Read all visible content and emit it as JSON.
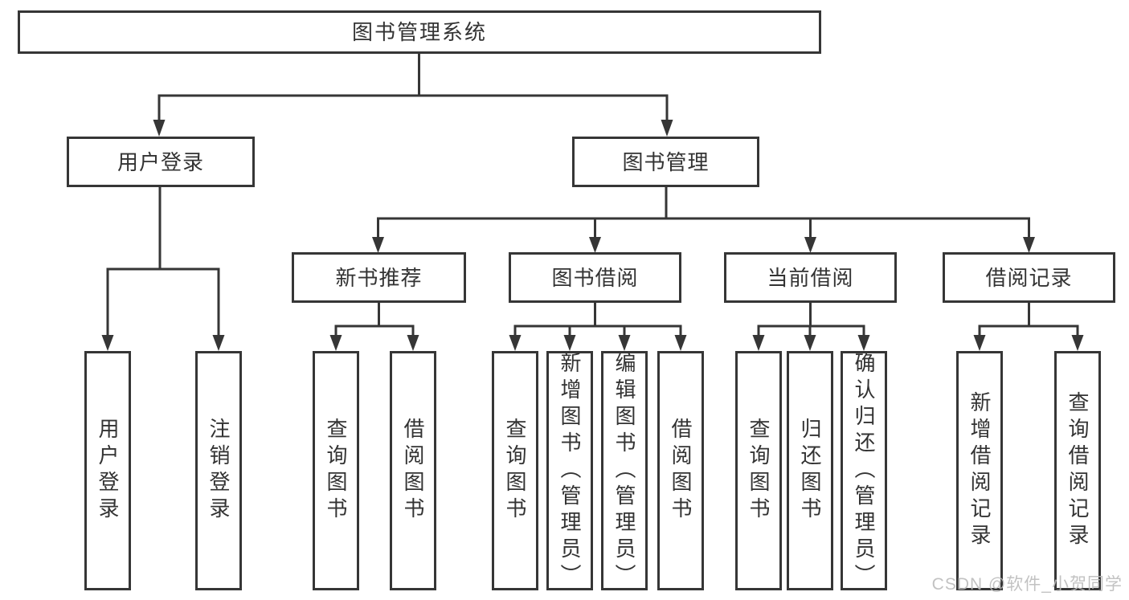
{
  "diagram": {
    "title": "图书管理系统",
    "level2": {
      "user_login": "用户登录",
      "book_mgmt": "图书管理"
    },
    "level3": {
      "new_book": "新书推荐",
      "book_borrow": "图书借阅",
      "current_borrow": "当前借阅",
      "borrow_record": "借阅记录"
    },
    "leaves": {
      "user_login": "用户登录",
      "logout": "注销登录",
      "nb_query": "查询图书",
      "nb_borrow": "借阅图书",
      "bb_query": "查询图书",
      "bb_add": "新增图书（管理员）",
      "bb_edit": "编辑图书（管理员）",
      "bb_borrow": "借阅图书",
      "cb_query": "查询图书",
      "cb_return": "归还图书",
      "cb_confirm": "确认归还（管理员）",
      "br_add": "新增借阅记录",
      "br_query": "查询借阅记录"
    }
  },
  "watermark": "CSDN @软件_小贺同学",
  "colors": {
    "line": "#363636",
    "text": "#333333",
    "background": "#ffffff",
    "watermark": "#bcbcbc"
  }
}
